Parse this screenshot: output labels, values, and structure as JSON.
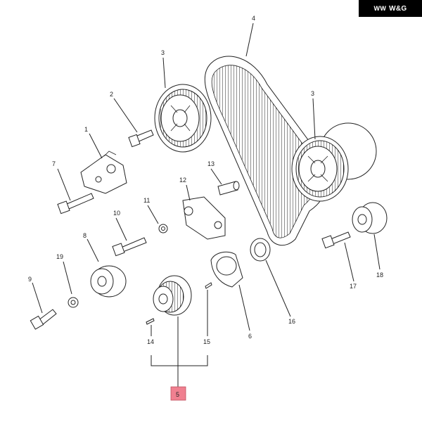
{
  "brand": {
    "logo_text": "W&G",
    "logo_mark": "WW"
  },
  "highlight_color": "#f08090",
  "callouts": [
    {
      "id": "c1",
      "label": "1"
    },
    {
      "id": "c2",
      "label": "2"
    },
    {
      "id": "c3a",
      "label": "3"
    },
    {
      "id": "c3b",
      "label": "3"
    },
    {
      "id": "c4",
      "label": "4"
    },
    {
      "id": "c5",
      "label": "5",
      "highlighted": true
    },
    {
      "id": "c6",
      "label": "6"
    },
    {
      "id": "c7",
      "label": "7"
    },
    {
      "id": "c8",
      "label": "8"
    },
    {
      "id": "c9",
      "label": "9"
    },
    {
      "id": "c10",
      "label": "10"
    },
    {
      "id": "c11",
      "label": "11"
    },
    {
      "id": "c12",
      "label": "12"
    },
    {
      "id": "c13",
      "label": "13"
    },
    {
      "id": "c14",
      "label": "14"
    },
    {
      "id": "c15",
      "label": "15"
    },
    {
      "id": "c16",
      "label": "16"
    },
    {
      "id": "c17",
      "label": "17"
    },
    {
      "id": "c18",
      "label": "18"
    },
    {
      "id": "c19",
      "label": "19"
    }
  ]
}
